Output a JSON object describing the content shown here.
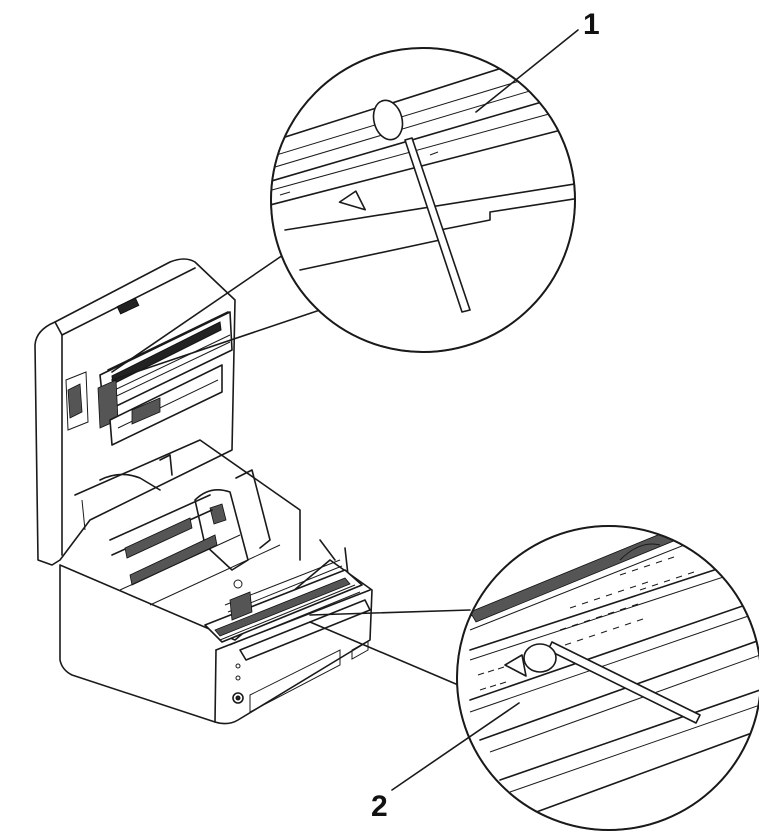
{
  "callouts": {
    "one": {
      "label": "1"
    },
    "two": {
      "label": "2"
    }
  },
  "colors": {
    "line": "#1a1a1a",
    "background": "#ffffff"
  },
  "icons": [
    "cotton-swab-icon",
    "triangle-marker-icon",
    "magnifier-circle-icon",
    "printer-illustration"
  ]
}
